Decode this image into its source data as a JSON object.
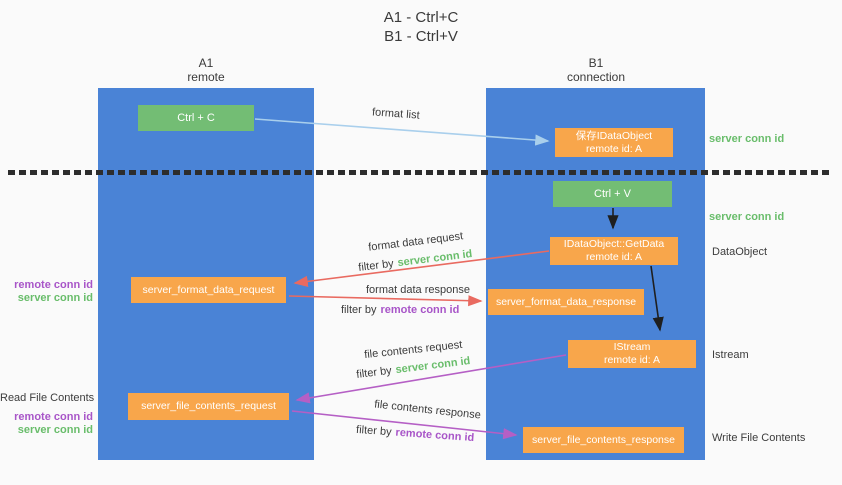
{
  "title": {
    "line1": "A1 - Ctrl+C",
    "line2": "B1 - Ctrl+V"
  },
  "lanes": {
    "a": {
      "name": "A1",
      "subtitle": "remote"
    },
    "b": {
      "name": "B1",
      "subtitle": "connection"
    }
  },
  "boxes": {
    "ctrl_c": {
      "label": "Ctrl + C"
    },
    "ctrl_v": {
      "label": "Ctrl + V"
    },
    "save_idataobject": {
      "line1": "保存IDataObject",
      "line2": "remote id: A"
    },
    "getdata": {
      "line1": "IDataObject::GetData",
      "line2": "remote id: A"
    },
    "istream": {
      "line1": "IStream",
      "line2": "remote id: A"
    },
    "format_request": {
      "label": "server_format_data_request"
    },
    "format_response": {
      "label": "server_format_data_response"
    },
    "file_request": {
      "label": "server_file_contents_request"
    },
    "file_response": {
      "label": "server_file_contents_response"
    }
  },
  "arrows": {
    "format_list": "format list",
    "format_data_request": "format data request",
    "format_data_response": "format data response",
    "file_contents_request": "file contents request",
    "file_contents_response": "file contents response",
    "filter_by": "filter by",
    "server_conn_id": "server conn id",
    "remote_conn_id": "remote conn id"
  },
  "side_labels": {
    "server_conn_id_top": "server conn id",
    "server_conn_id_mid": "server conn id",
    "dataobject": "DataObject",
    "istream": "Istream",
    "write_file_contents": "Write File Contents",
    "read_file_contents": "Read File Contents",
    "remote_conn_id_1": "remote conn id",
    "server_conn_id_1": "server conn id",
    "remote_conn_id_2": "remote conn id",
    "server_conn_id_2": "server conn id"
  },
  "colors": {
    "lane_blue": "#4a83d6",
    "box_green": "#73bd74",
    "box_orange": "#f8a64b",
    "arrow_red": "#e96a60",
    "arrow_purple": "#b55fc5",
    "arrow_light_blue": "#a9cfec",
    "text_green": "#69bd6b",
    "text_purple": "#a855c8",
    "text_dark": "#3c3c3c"
  }
}
